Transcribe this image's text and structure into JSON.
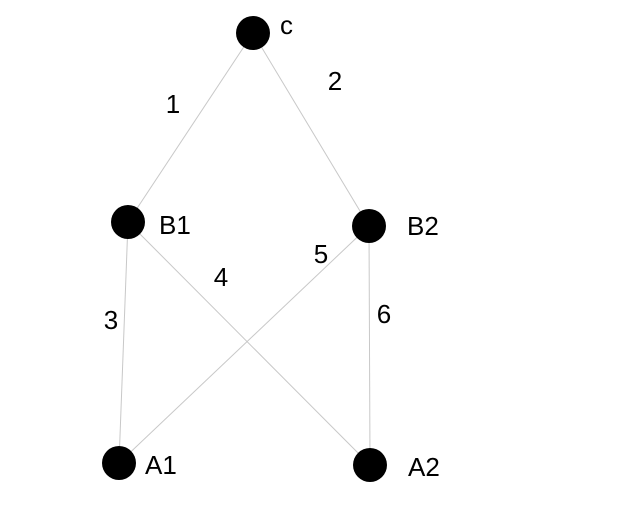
{
  "colors": {
    "background": "#ffffff",
    "node": "#000000",
    "edge": "#c8c8c8",
    "text": "#000000"
  },
  "nodes": [
    {
      "id": "c",
      "label": "c"
    },
    {
      "id": "B1",
      "label": "B1"
    },
    {
      "id": "B2",
      "label": "B2"
    },
    {
      "id": "A1",
      "label": "A1"
    },
    {
      "id": "A2",
      "label": "A2"
    }
  ],
  "edges": [
    {
      "from": "c",
      "to": "B1",
      "label": "1"
    },
    {
      "from": "c",
      "to": "B2",
      "label": "2"
    },
    {
      "from": "B1",
      "to": "A1",
      "label": "3"
    },
    {
      "from": "B1",
      "to": "A2",
      "label": "4"
    },
    {
      "from": "B2",
      "to": "A1",
      "label": "5"
    },
    {
      "from": "B2",
      "to": "A2",
      "label": "6"
    }
  ]
}
